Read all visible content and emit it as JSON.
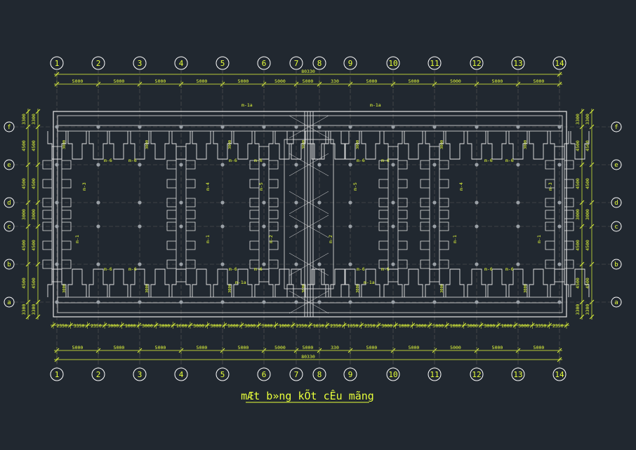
{
  "drawing": {
    "title": "mÆt b»ng kÕt cÊu mãng",
    "total_dimension": "80330",
    "grid_columns": [
      "1",
      "2",
      "3",
      "4",
      "5",
      "6",
      "7",
      "8",
      "9",
      "10",
      "11",
      "12",
      "13",
      "14"
    ],
    "grid_rows_left": [
      "f",
      "e",
      "d",
      "c",
      "b",
      "a"
    ],
    "grid_rows_right": [
      "f",
      "e",
      "d",
      "c",
      "b",
      "a"
    ],
    "column_spans": [
      "5000",
      "5000",
      "5000",
      "5000",
      "5000",
      "5000",
      "5000",
      "330",
      "5000",
      "5000",
      "5000",
      "5000",
      "5000",
      "5000"
    ],
    "bottom_detail_dims": [
      "2350",
      "3350",
      "2350",
      "3000",
      "1000",
      "3000",
      "3000",
      "1000",
      "3000",
      "3000",
      "1000",
      "3000",
      "3000",
      "1000",
      "2350",
      "1650",
      "2350",
      "1650",
      "2350",
      "3000",
      "1000",
      "3000",
      "3000",
      "1000",
      "3000",
      "3000",
      "1000",
      "3000",
      "3350",
      "2350"
    ],
    "left_row_dims": [
      "3300",
      "4500",
      "4500",
      "3000",
      "4500",
      "4500",
      "3300"
    ],
    "right_row_dims": [
      "3300",
      "4500",
      "4500",
      "3000",
      "4500",
      "4500",
      "3300"
    ],
    "beam_labels": [
      "m-6",
      "m-6",
      "m-6",
      "m-6",
      "m-6",
      "m-6",
      "m-6",
      "m-6",
      "m-6",
      "m-6",
      "m-6",
      "m-6",
      "m-6",
      "m-6",
      "m-6",
      "m-6",
      "m-6",
      "m-6",
      "m-6",
      "m-6"
    ],
    "beam_labels_1a": [
      "m-1a",
      "m-1a",
      "m-1a",
      "m-1a"
    ],
    "vertical_labels": [
      "m-3",
      "m-4",
      "m-5",
      "m-5",
      "m-4",
      "m-3",
      "m-1",
      "m-1",
      "m-2",
      "m-2",
      "m-1",
      "m-1"
    ],
    "colors": {
      "background": "#212830",
      "structure": "#e6e6e6",
      "dimension": "#e8ff3a",
      "grid_bubble": "#ffffff",
      "axis": "#5a5a5a",
      "title": "#e8ff3a"
    }
  }
}
